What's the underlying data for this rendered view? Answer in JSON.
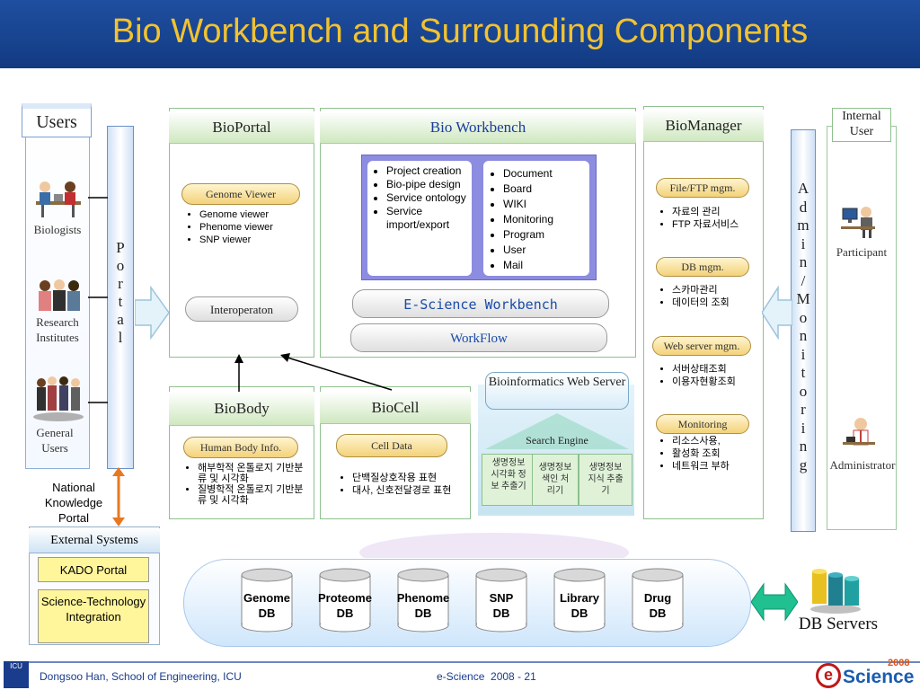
{
  "title": "Bio Workbench and Surrounding Components",
  "users": {
    "header": "Users",
    "groups": [
      "Biologists",
      "Research Institutes",
      "General Users"
    ]
  },
  "portal": {
    "letters": [
      "P",
      "o",
      "r",
      "t",
      "a",
      "l"
    ]
  },
  "admin": {
    "letters": [
      "A",
      "d",
      "m",
      "i",
      "n",
      "/",
      "M",
      "o",
      "n",
      "i",
      "t",
      "o",
      "r",
      "i",
      "n",
      "g"
    ]
  },
  "national": "National Knowledge Portal",
  "bioportal": {
    "header": "BioPortal",
    "genome_viewer": "Genome Viewer",
    "items": [
      "Genome viewer",
      "Phenome viewer",
      "SNP viewer"
    ],
    "interop": "Interoperaton"
  },
  "workbench": {
    "header": "Bio Workbench",
    "left_items": [
      "Project creation",
      "Bio-pipe design",
      "Service ontology",
      "Service import/export"
    ],
    "right_items": [
      "Document",
      "Board",
      "WIKI",
      "Monitoring",
      "Program",
      "User",
      "Mail"
    ],
    "escience": "E-Science Workbench",
    "workflow": "WorkFlow"
  },
  "biomanager": {
    "header": "BioManager",
    "sections": [
      {
        "title": "File/FTP mgm.",
        "items": [
          "자료의 관리",
          "FTP 자료서비스"
        ]
      },
      {
        "title": "DB mgm.",
        "items": [
          "스카마관리",
          "데이터의 조회"
        ]
      },
      {
        "title": "Web server mgm.",
        "items": [
          "서버상태조회",
          "이용자현황조회"
        ]
      },
      {
        "title": "Monitoring",
        "items": [
          "리소스사용,",
          "활성화 조회",
          "네트워크 부하"
        ]
      }
    ]
  },
  "internal": {
    "header": "Internal User",
    "participant": "Participant",
    "administrator": "Administrator"
  },
  "biobody": {
    "header": "BioBody",
    "sub": "Human Body Info.",
    "items": [
      "해부학적 온톨로지 기반분류 및 시각화",
      "질병학적 온톨로지 기반분류 및 시각화"
    ]
  },
  "biocell": {
    "header": "BioCell",
    "sub": "Cell Data",
    "items": [
      "단백질상호작용 표현",
      "대사, 신호전달경로 표현"
    ]
  },
  "bioinfo": {
    "header": "Bioinformatics Web Server",
    "search": "Search Engine",
    "boxes": [
      "생명정보 시각화 정보 추출기",
      "생명정보 색인 처리기",
      "생명정보 지식 추출기"
    ]
  },
  "external": {
    "header": "External Systems",
    "kado": "KADO Portal",
    "sti": "Science-Technology Integration"
  },
  "dbs": [
    {
      "l1": "Genome",
      "l2": "DB"
    },
    {
      "l1": "Proteome",
      "l2": "DB"
    },
    {
      "l1": "Phenome",
      "l2": "DB"
    },
    {
      "l1": "SNP",
      "l2": "DB"
    },
    {
      "l1": "Library",
      "l2": "DB"
    },
    {
      "l1": "Drug",
      "l2": "DB"
    }
  ],
  "db_servers": "DB Servers",
  "footer": {
    "left": "Dongsoo Han, School of Engineering, ICU",
    "center": "e-Science  2008 - 21",
    "logo_year": "2008",
    "logo_text": "Science",
    "logo_e": "e",
    "icu": "ICU"
  }
}
